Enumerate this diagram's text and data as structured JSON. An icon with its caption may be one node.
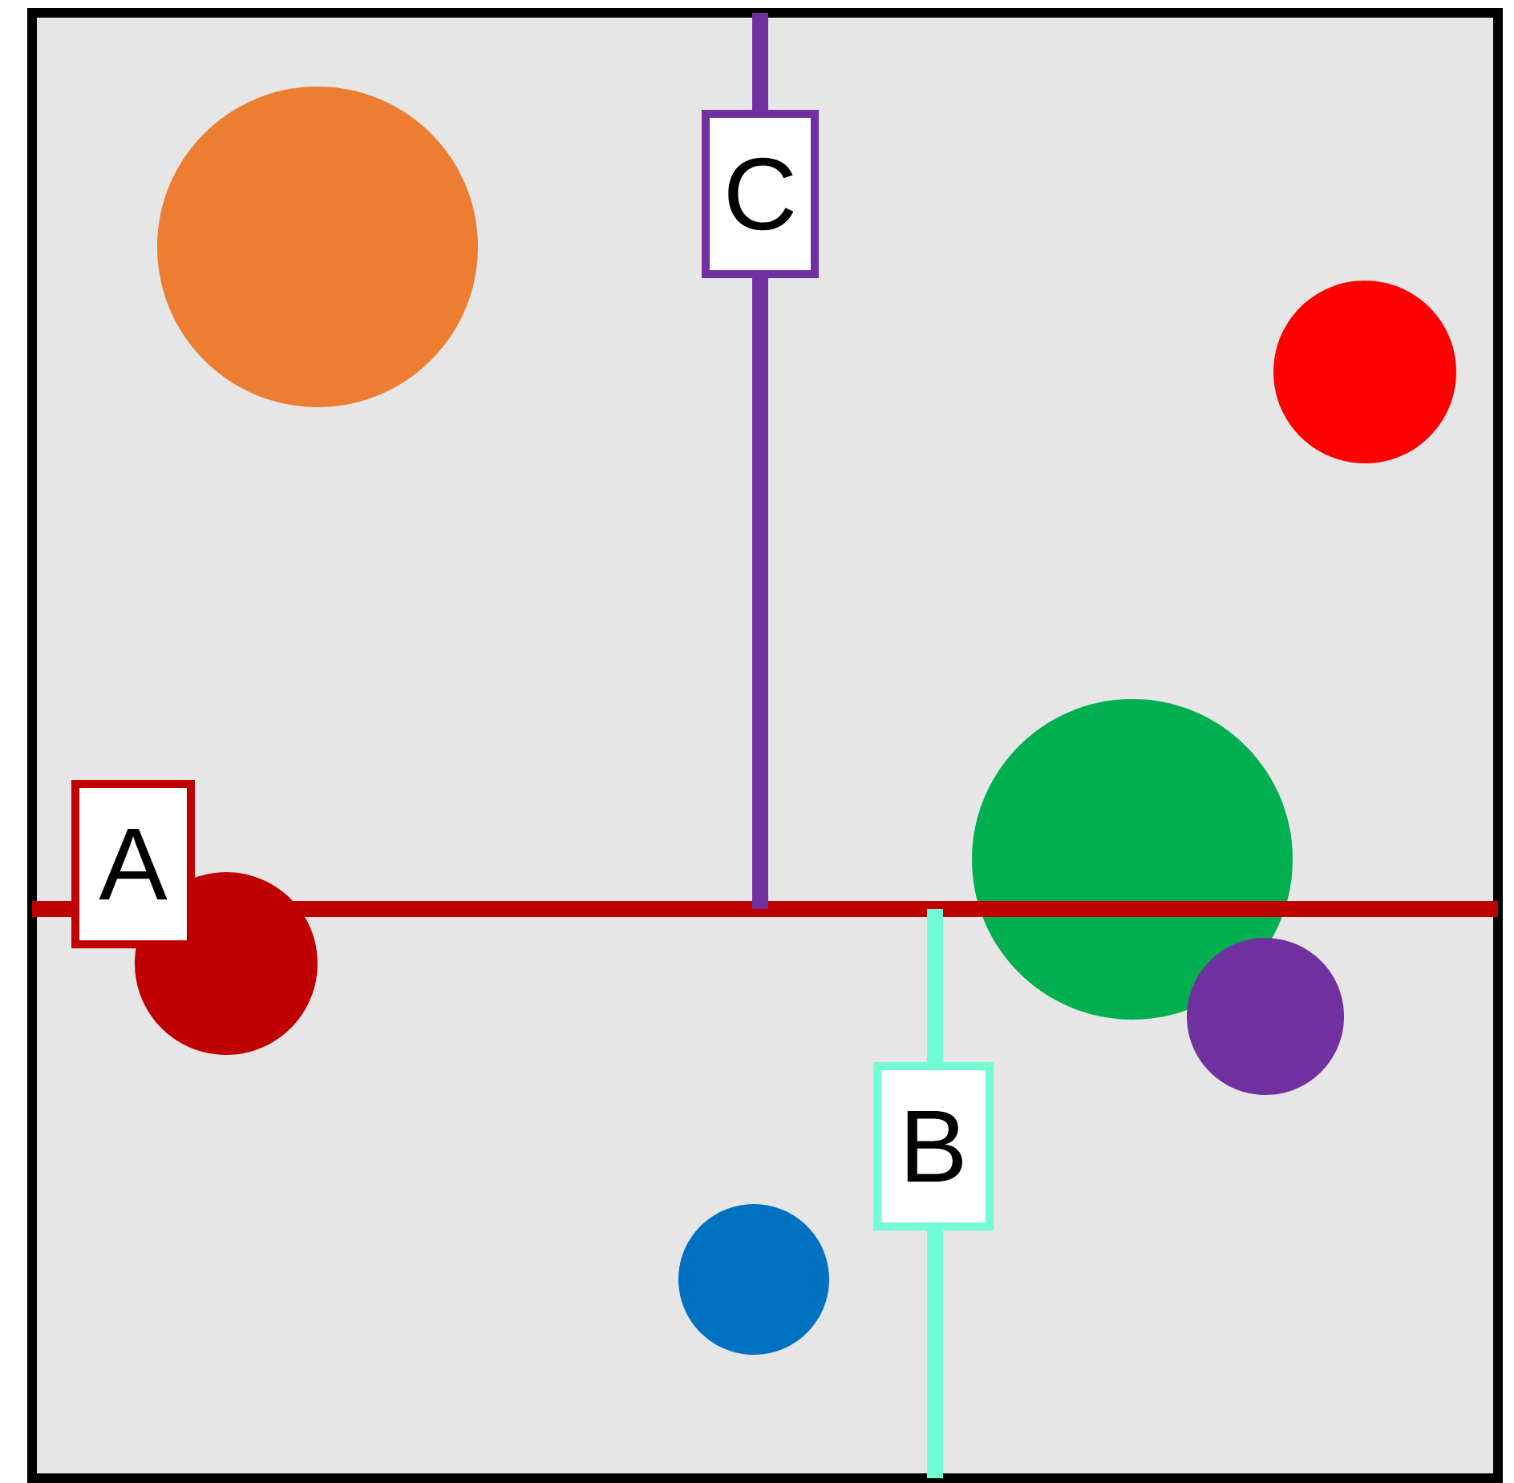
{
  "diagram": {
    "nodes": [
      {
        "text": [
          "C"
        ]
      },
      {
        "text": [],
        "shape": "circle"
      },
      {
        "text": [],
        "shape": "circle"
      },
      {
        "text": [],
        "shape": "circle"
      },
      {
        "text": [
          "A"
        ]
      },
      {
        "text": [],
        "shape": "circle"
      },
      {
        "text": [],
        "shape": "circle"
      },
      {
        "text": [
          "B"
        ]
      },
      {
        "text": [],
        "shape": "circle"
      }
    ]
  }
}
